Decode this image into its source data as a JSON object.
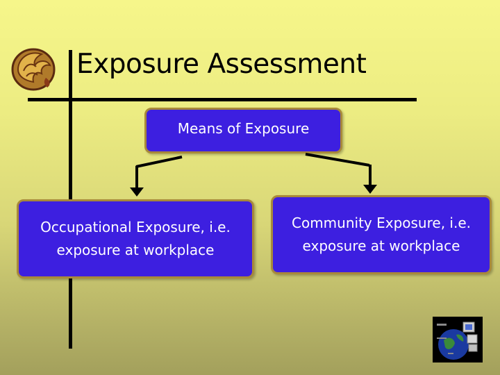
{
  "slide": {
    "title": "Exposure Assessment"
  },
  "diagram": {
    "root": {
      "label": "Means of Exposure"
    },
    "children": [
      {
        "label": "Occupational Exposure, i.e. exposure at workplace"
      },
      {
        "label": "Community Exposure, i.e. exposure  at workplace"
      }
    ]
  },
  "colors": {
    "box_fill": "#3d1fe0",
    "box_border": "#a8893a",
    "line": "#000000"
  },
  "icons": {
    "logo": "pegasus-logo",
    "thumbnail": "globe-computer-icon"
  }
}
